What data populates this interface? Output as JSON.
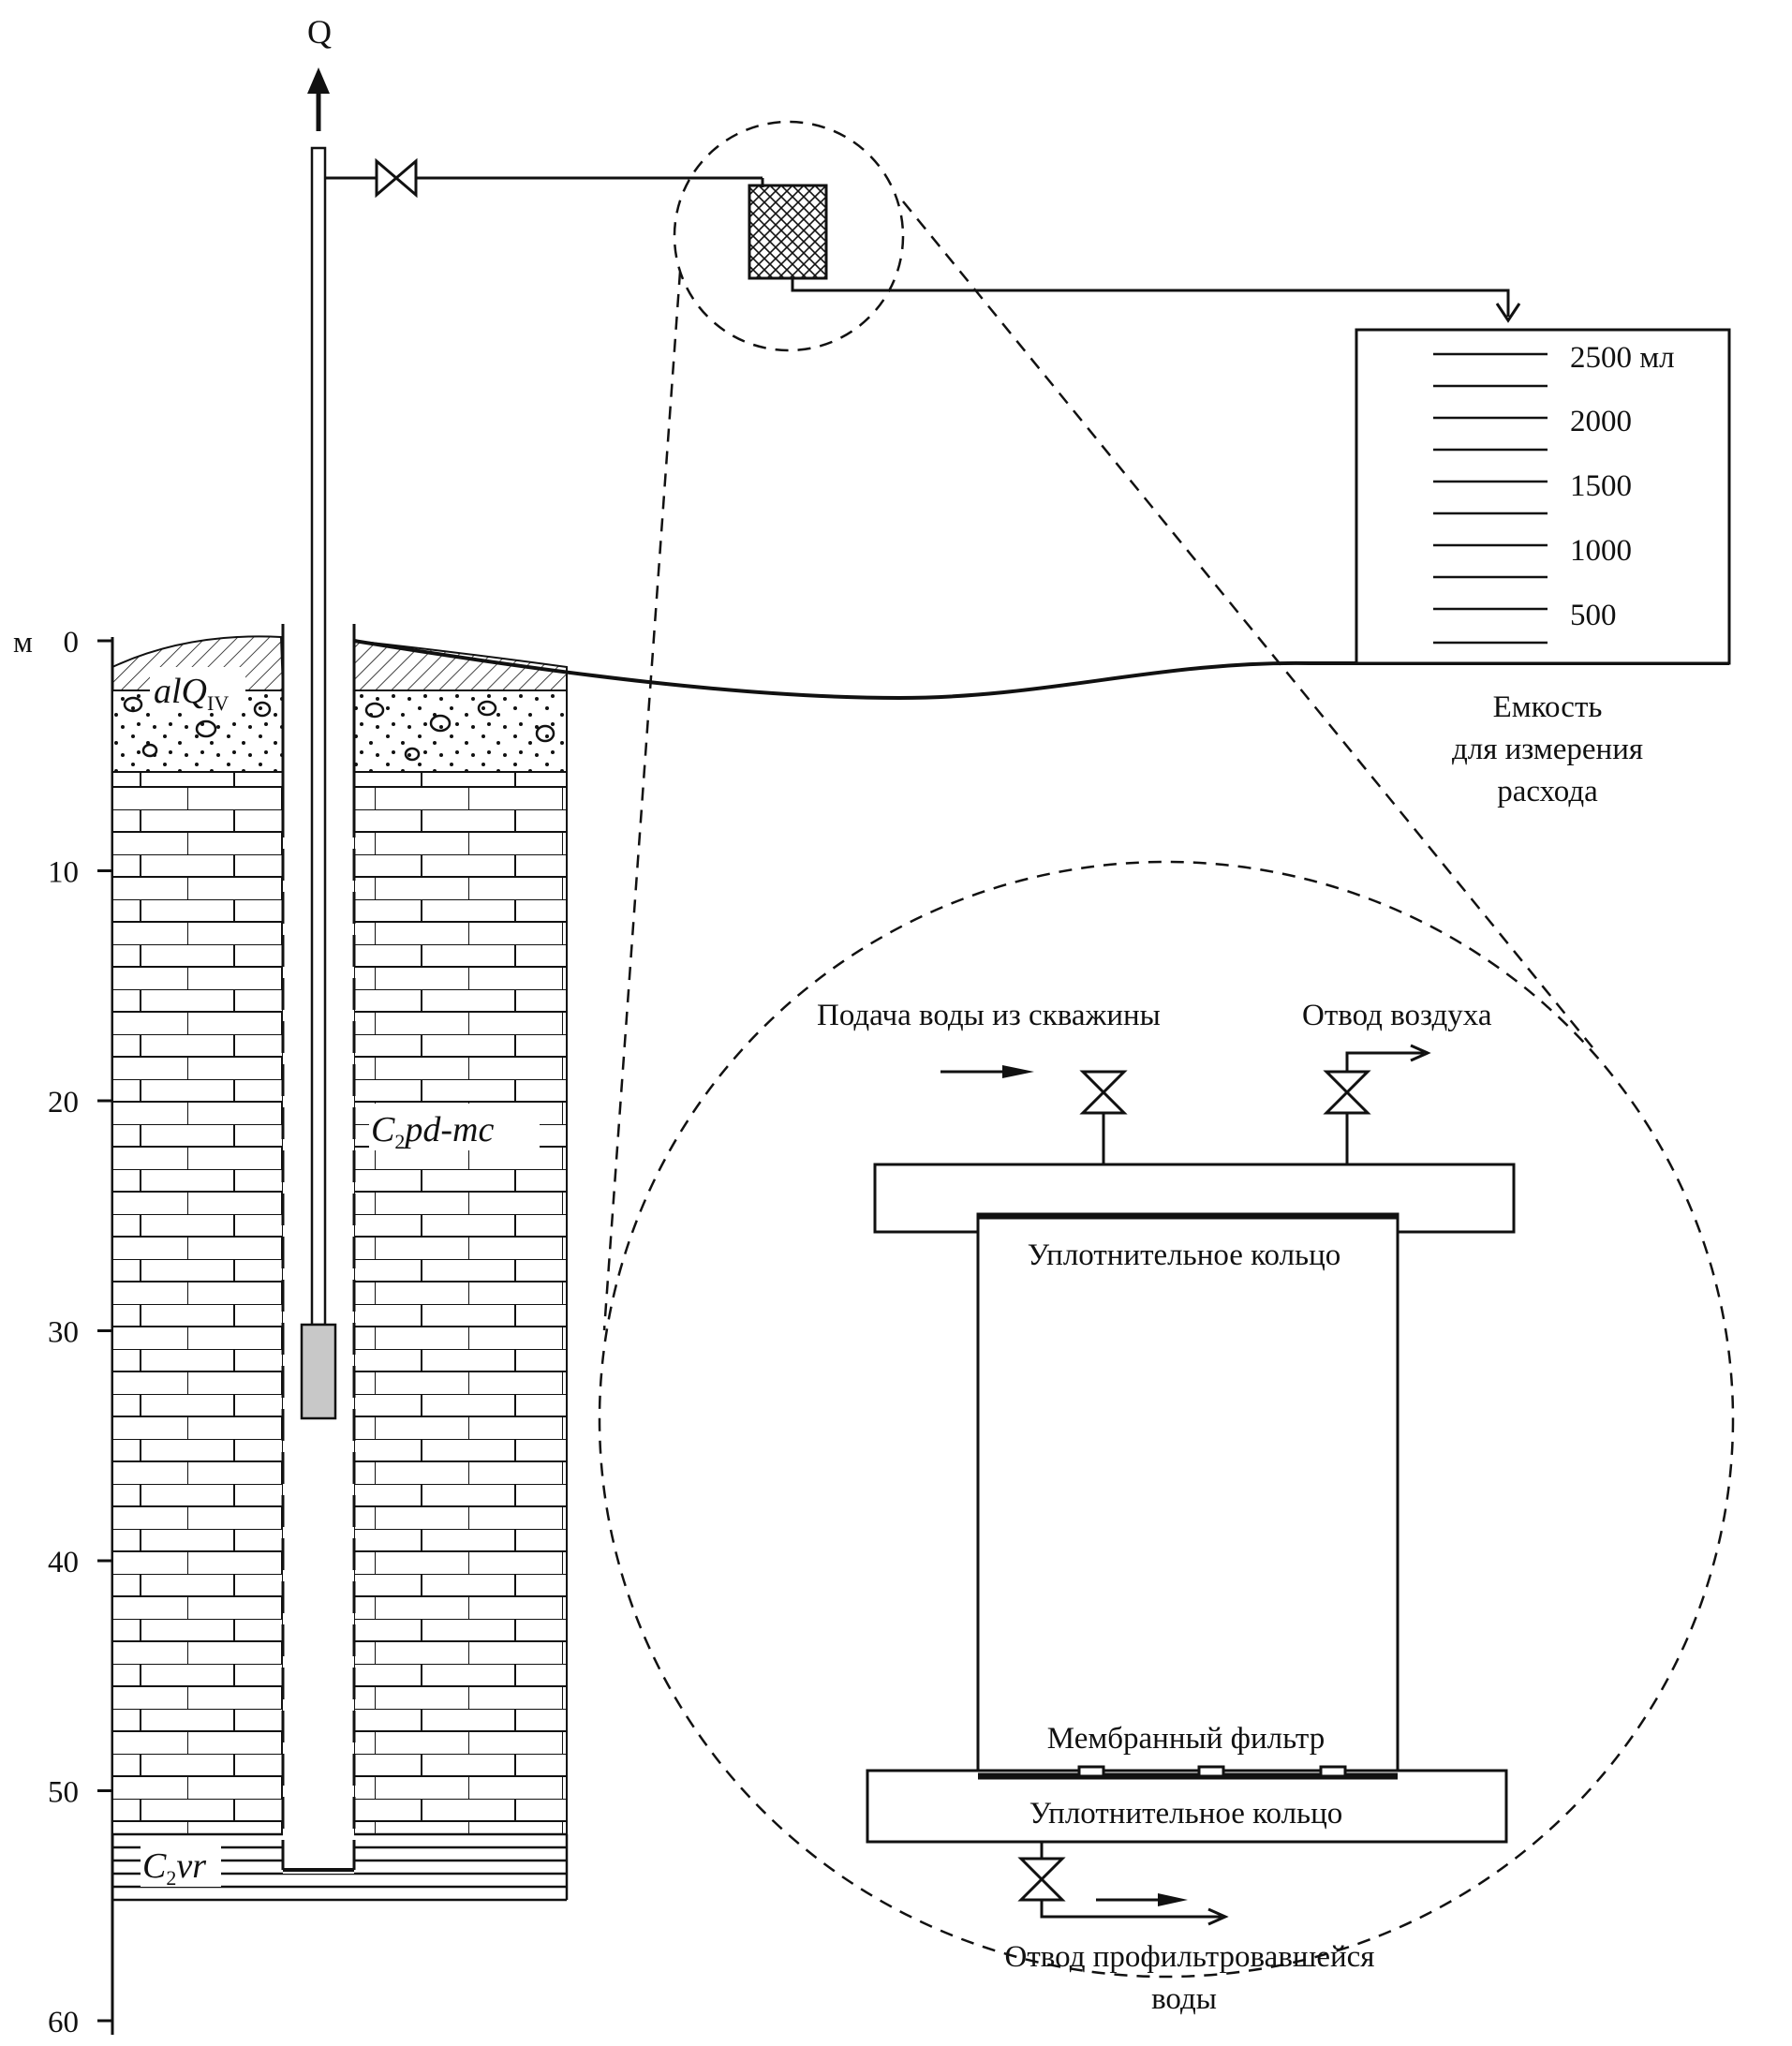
{
  "depth_axis": {
    "unit": "м",
    "ticks": [
      "0",
      "10",
      "20",
      "30",
      "40",
      "50",
      "60"
    ]
  },
  "flow_label": "Q",
  "formations": {
    "alluvial": {
      "base": "alQ",
      "sub": "IV"
    },
    "podolsk_myachkovo": {
      "base": "C",
      "sub": "2",
      "rest": "pd-mc"
    },
    "vereya": {
      "base": "C",
      "sub": "2",
      "rest": "vr"
    }
  },
  "container": {
    "scale_marks": [
      "2500 мл",
      "2000",
      "1500",
      "1000",
      "500"
    ],
    "caption_lines": [
      "Емкость",
      "для измерения",
      "расхода"
    ]
  },
  "filter_unit": {
    "inlet_label": "Подача воды из скважины",
    "air_outlet_label": "Отвод воздуха",
    "top_seal_label": "Уплотнительное кольцо",
    "membrane_label": "Мембранный фильтр",
    "bottom_seal_label": "Уплотнительное кольцо",
    "outlet_label_lines": [
      "Отвод профильтровавшейся",
      "воды"
    ]
  },
  "colors": {
    "ink": "#111111",
    "pump": "#c8c8c8"
  }
}
